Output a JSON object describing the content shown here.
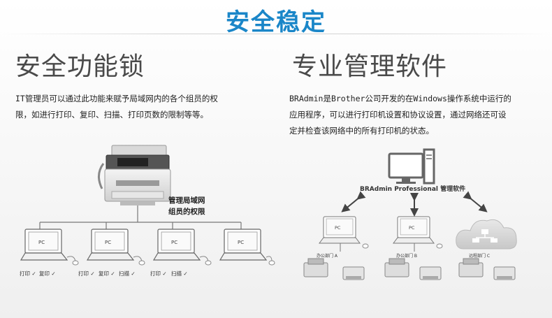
{
  "header": {
    "title": "安全稳定"
  },
  "left": {
    "title": "安全功能锁",
    "desc_line1": "IT管理员可以通过此功能来赋予局域网内的各个组员的权",
    "desc_line2": "限，如进行打印、复印、扫描、打印页数的限制等等。",
    "callout_line1": "管理局域网",
    "callout_line2": "组员的权限",
    "pcs": [
      {
        "label": "PC",
        "perms": [
          "打印 ✓",
          "复印 ✓"
        ]
      },
      {
        "label": "PC",
        "perms": [
          "打印 ✓",
          "复印 ✓",
          "扫描 ✓"
        ]
      },
      {
        "label": "PC",
        "perms": [
          "打印 ✓",
          "扫描 ✓"
        ]
      },
      {
        "label": "PC",
        "perms": []
      }
    ]
  },
  "right": {
    "title": "专业管理软件",
    "desc_line1": "BRAdmin是Brother公司开发的在Windows操作系统中运行的",
    "desc_line2": "应用程序，可以进行打印机设置和协议设置，通过网络还可设",
    "desc_line3": "定并检查该网络中的所有打印机的状态。",
    "software_label": "BRAdmin Professional 管理软件",
    "pc_label": "PC",
    "depts": [
      "办公部门 A",
      "办公部门 B",
      "远程部门 C"
    ]
  },
  "colors": {
    "accent": "#1a86c8",
    "heading": "#4a4a4a"
  }
}
